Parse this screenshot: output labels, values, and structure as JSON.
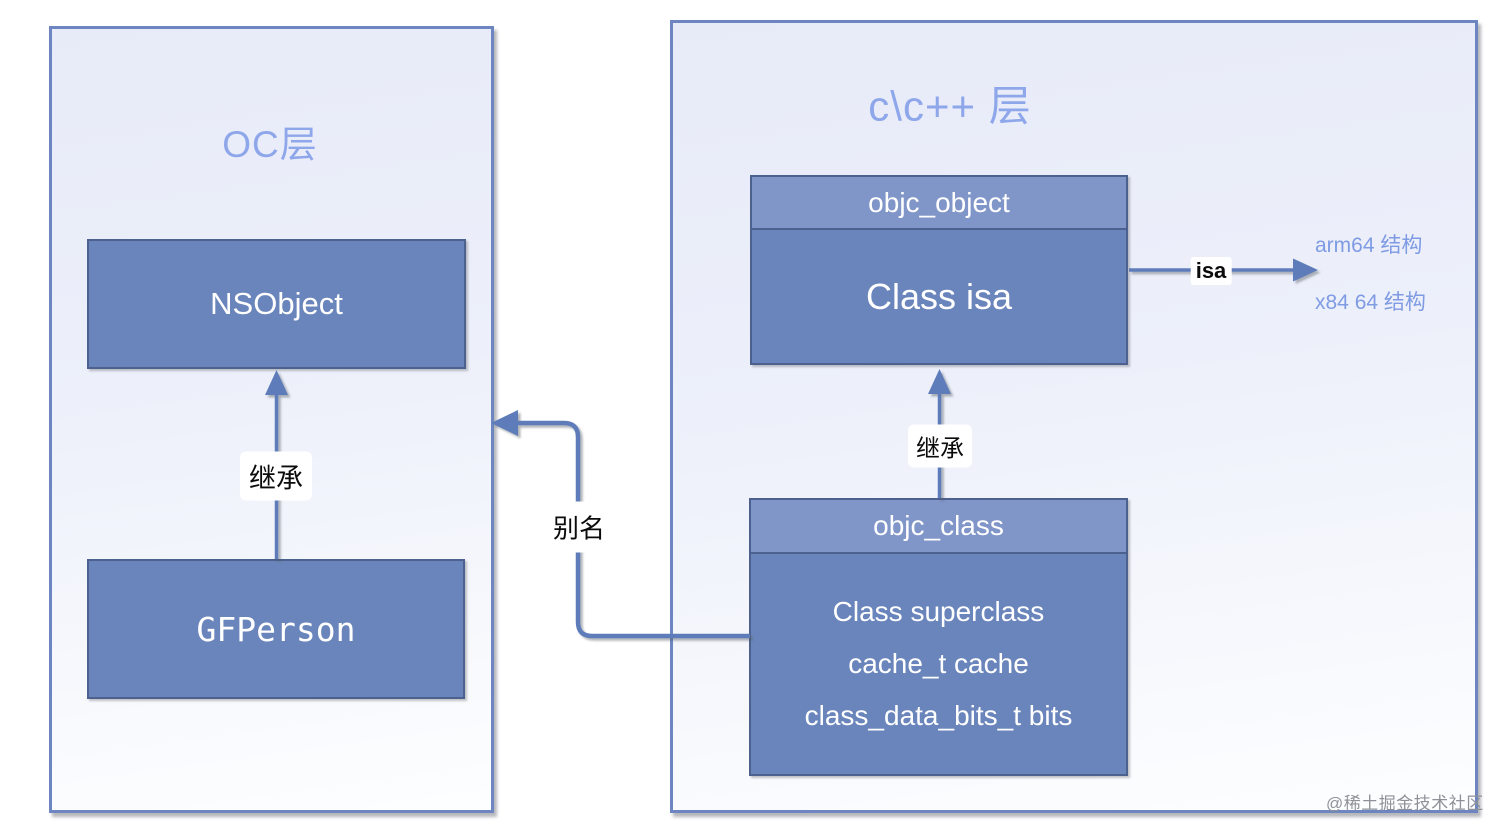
{
  "diagram_title": "Objective-C / C++ class structure diagram",
  "colors": {
    "panel_border": "#6d86c1",
    "panel_fill_top": "#e7ebf8",
    "panel_fill_bottom": "#fdfeff",
    "node_fill": "#6a85bb",
    "node_header_fill": "#8095c8",
    "node_border": "#4c618e",
    "node_text": "#ffffff",
    "panel_title_text": "#8ea6ea",
    "arch_text": "#7f9be4",
    "arrow_line": "#5e7cba",
    "edge_label_text": "#0b0b0b",
    "watermark_text": "#8e9298"
  },
  "left_panel": {
    "title": "OC层",
    "nodes": {
      "nsobject": {
        "label": "NSObject"
      },
      "gfperson": {
        "label": "GFPerson"
      }
    },
    "inherit_edge_label": "继承"
  },
  "right_panel": {
    "title": "c\\c++ 层",
    "objc_object": {
      "header": "objc_object",
      "body": "Class isa"
    },
    "objc_class": {
      "header": "objc_class",
      "rows": [
        "Class superclass",
        "cache_t cache",
        "class_data_bits_t bits"
      ]
    },
    "inherit_edge_label": "继承",
    "isa_edge_label": "isa",
    "isa_targets": [
      "arm64 结构",
      "x84 64 结构"
    ]
  },
  "alias_edge_label": "别名",
  "watermark": "@稀土掘金技术社区"
}
